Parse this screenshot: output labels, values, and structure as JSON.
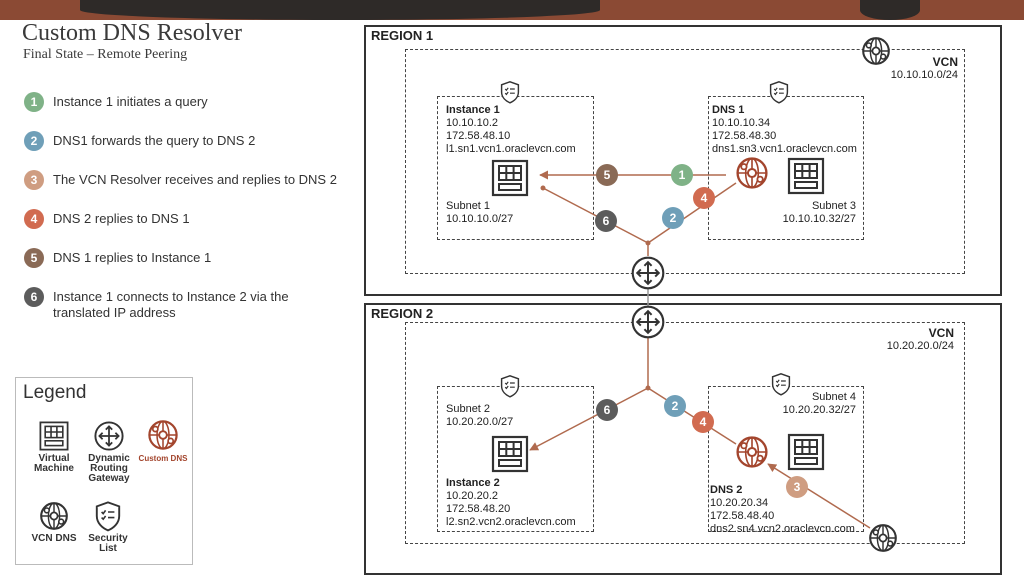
{
  "header": {
    "title": "Custom DNS Resolver",
    "subtitle": "Final State – Remote Peering"
  },
  "colors": {
    "step1": "#7fb287",
    "step2": "#6f9fb8",
    "step3": "#cf9d81",
    "step4": "#d16b50",
    "step5": "#8a6a56",
    "step6": "#5c5c5c",
    "arrow": "#b06a4e",
    "custom_dns": "#a3452d"
  },
  "steps": [
    {
      "num": "1",
      "text": "Instance 1 initiates a query"
    },
    {
      "num": "2",
      "text": "DNS1 forwards the query to DNS 2"
    },
    {
      "num": "3",
      "text": "The VCN Resolver receives and replies to DNS 2"
    },
    {
      "num": "4",
      "text": "DNS 2 replies to DNS 1"
    },
    {
      "num": "5",
      "text": "DNS 1 replies to Instance 1"
    },
    {
      "num": "6",
      "text": "Instance 1 connects to Instance 2 via the translated IP address"
    }
  ],
  "legend": {
    "title": "Legend",
    "items": [
      {
        "label": "Virtual Machine",
        "icon": "virtual-machine-icon"
      },
      {
        "label": "Dynamic Routing Gateway",
        "icon": "drg-icon"
      },
      {
        "label": "Custom DNS",
        "icon": "custom-dns-icon"
      },
      {
        "label": "VCN DNS",
        "icon": "vcn-dns-icon"
      },
      {
        "label": "Security List",
        "icon": "security-list-icon"
      }
    ]
  },
  "region1": {
    "label": "REGION 1",
    "vcn": {
      "label": "VCN",
      "cidr": "10.10.10.0/24"
    },
    "instance1": {
      "title": "Instance 1",
      "ip1": "10.10.10.2",
      "ip2": "172.58.48.10",
      "fqdn": "l1.sn1.vcn1.oraclevcn.com"
    },
    "subnet1": {
      "label": "Subnet 1",
      "cidr": "10.10.10.0/27"
    },
    "dns1": {
      "title": "DNS 1",
      "ip1": "10.10.10.34",
      "ip2": "172.58.48.30",
      "fqdn": "dns1.sn3.vcn1.oraclevcn.com"
    },
    "subnet3": {
      "label": "Subnet 3",
      "cidr": "10.10.10.32/27"
    }
  },
  "region2": {
    "label": "REGION 2",
    "vcn": {
      "label": "VCN",
      "cidr": "10.20.20.0/24"
    },
    "subnet2": {
      "label": "Subnet 2",
      "cidr": "10.20.20.0/27"
    },
    "instance2": {
      "title": "Instance 2",
      "ip1": "10.20.20.2",
      "ip2": "172.58.48.20",
      "fqdn": "l2.sn2.vcn2.oraclevcn.com"
    },
    "subnet4": {
      "label": "Subnet 4",
      "cidr": "10.20.20.32/27"
    },
    "dns2": {
      "title": "DNS 2",
      "ip1": "10.20.20.34",
      "ip2": "172.58.48.40",
      "fqdn": "dns2.sn4.vcn2.oraclevcn.com"
    }
  },
  "flow_badges": [
    "1",
    "2",
    "3",
    "4",
    "5",
    "6"
  ]
}
